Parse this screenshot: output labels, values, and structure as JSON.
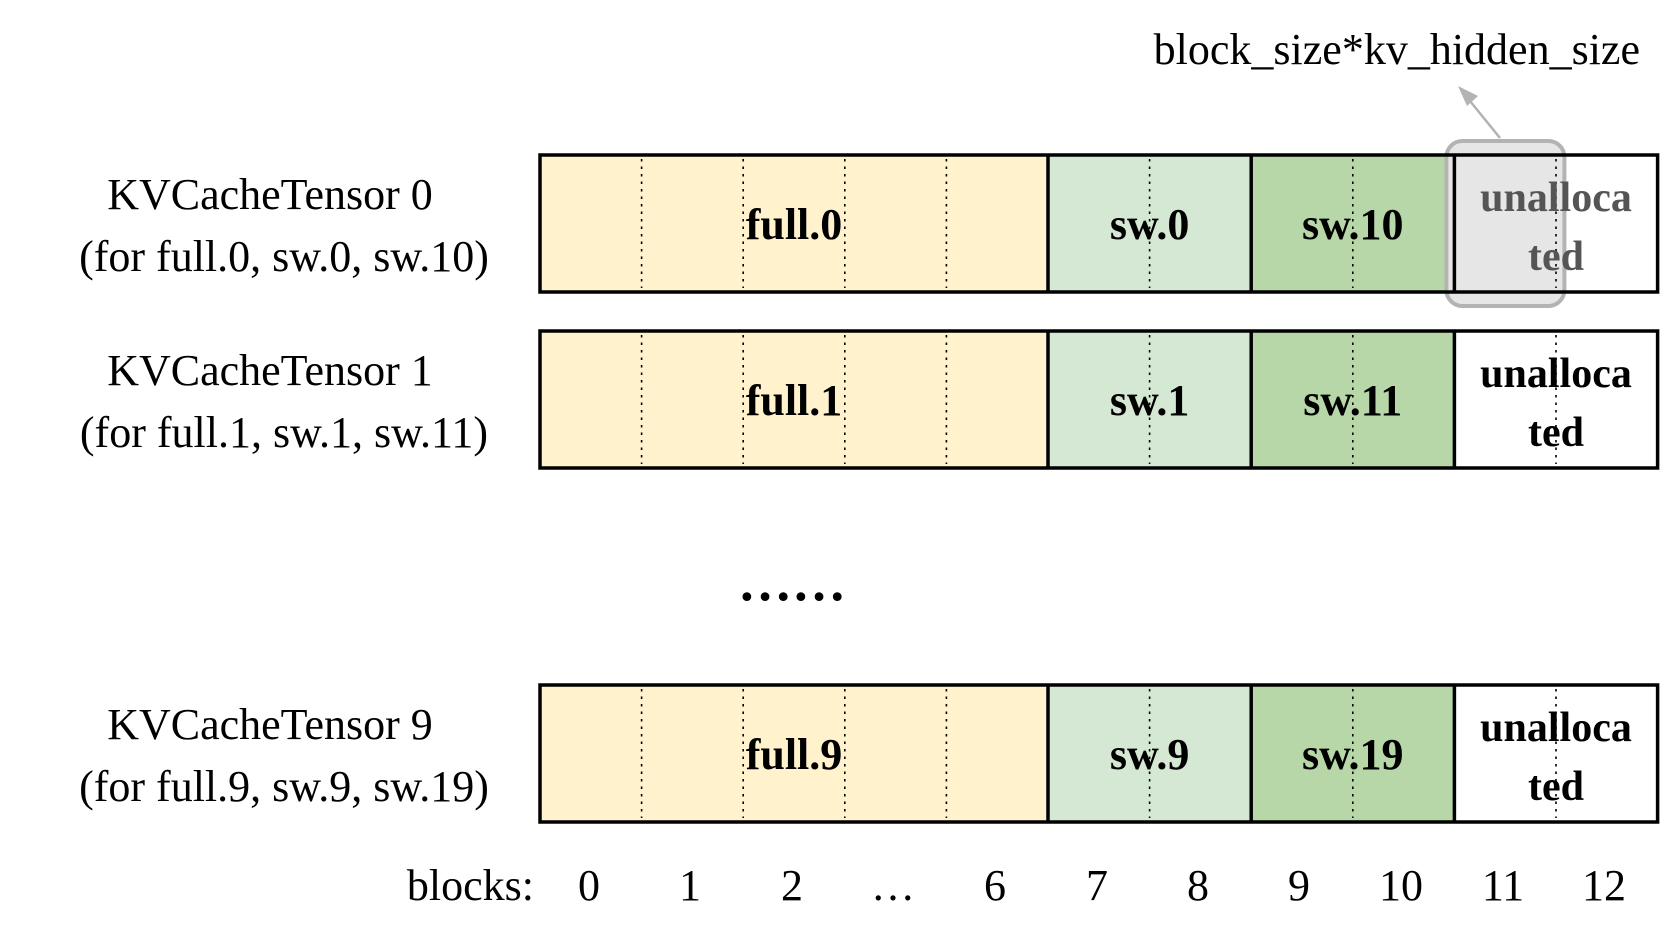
{
  "annotation": {
    "label": "block_size*kv_hidden_size"
  },
  "tensors": [
    {
      "title": "KVCacheTensor 0",
      "subtitle": "(for full.0, sw.0, sw.10)",
      "segments": [
        {
          "label": "full.0",
          "kind": "full"
        },
        {
          "label": "sw.0",
          "kind": "sw_light"
        },
        {
          "label": "sw.10",
          "kind": "sw_dark"
        },
        {
          "label_line1": "unalloca",
          "label_line2": "ted",
          "kind": "unallocated",
          "highlighted": true
        }
      ]
    },
    {
      "title": "KVCacheTensor 1",
      "subtitle": "(for full.1, sw.1, sw.11)",
      "segments": [
        {
          "label": "full.1",
          "kind": "full"
        },
        {
          "label": "sw.1",
          "kind": "sw_light"
        },
        {
          "label": "sw.11",
          "kind": "sw_dark"
        },
        {
          "label_line1": "unalloca",
          "label_line2": "ted",
          "kind": "unallocated",
          "highlighted": false
        }
      ]
    },
    {
      "title": "KVCacheTensor 9",
      "subtitle": "(for full.9, sw.9, sw.19)",
      "segments": [
        {
          "label": "full.9",
          "kind": "full"
        },
        {
          "label": "sw.9",
          "kind": "sw_light"
        },
        {
          "label": "sw.19",
          "kind": "sw_dark"
        },
        {
          "label_line1": "unalloca",
          "label_line2": "ted",
          "kind": "unallocated",
          "highlighted": false
        }
      ]
    }
  ],
  "ellipsis": "……",
  "blocks_axis": {
    "label": "blocks:",
    "ticks": [
      "0",
      "1",
      "2",
      "…",
      "6",
      "7",
      "8",
      "9",
      "10",
      "11",
      "12"
    ]
  },
  "colors": {
    "full": "#fff2cc",
    "sw_light": "#d5e8d4",
    "sw_dark": "#b7d7a8",
    "unallocated": "#ffffff",
    "highlight_fill": "#e6e6e6",
    "highlight_stroke": "#b3b3b3",
    "arrow": "#b3b3b3",
    "border": "#000000",
    "divider": "#000000"
  }
}
